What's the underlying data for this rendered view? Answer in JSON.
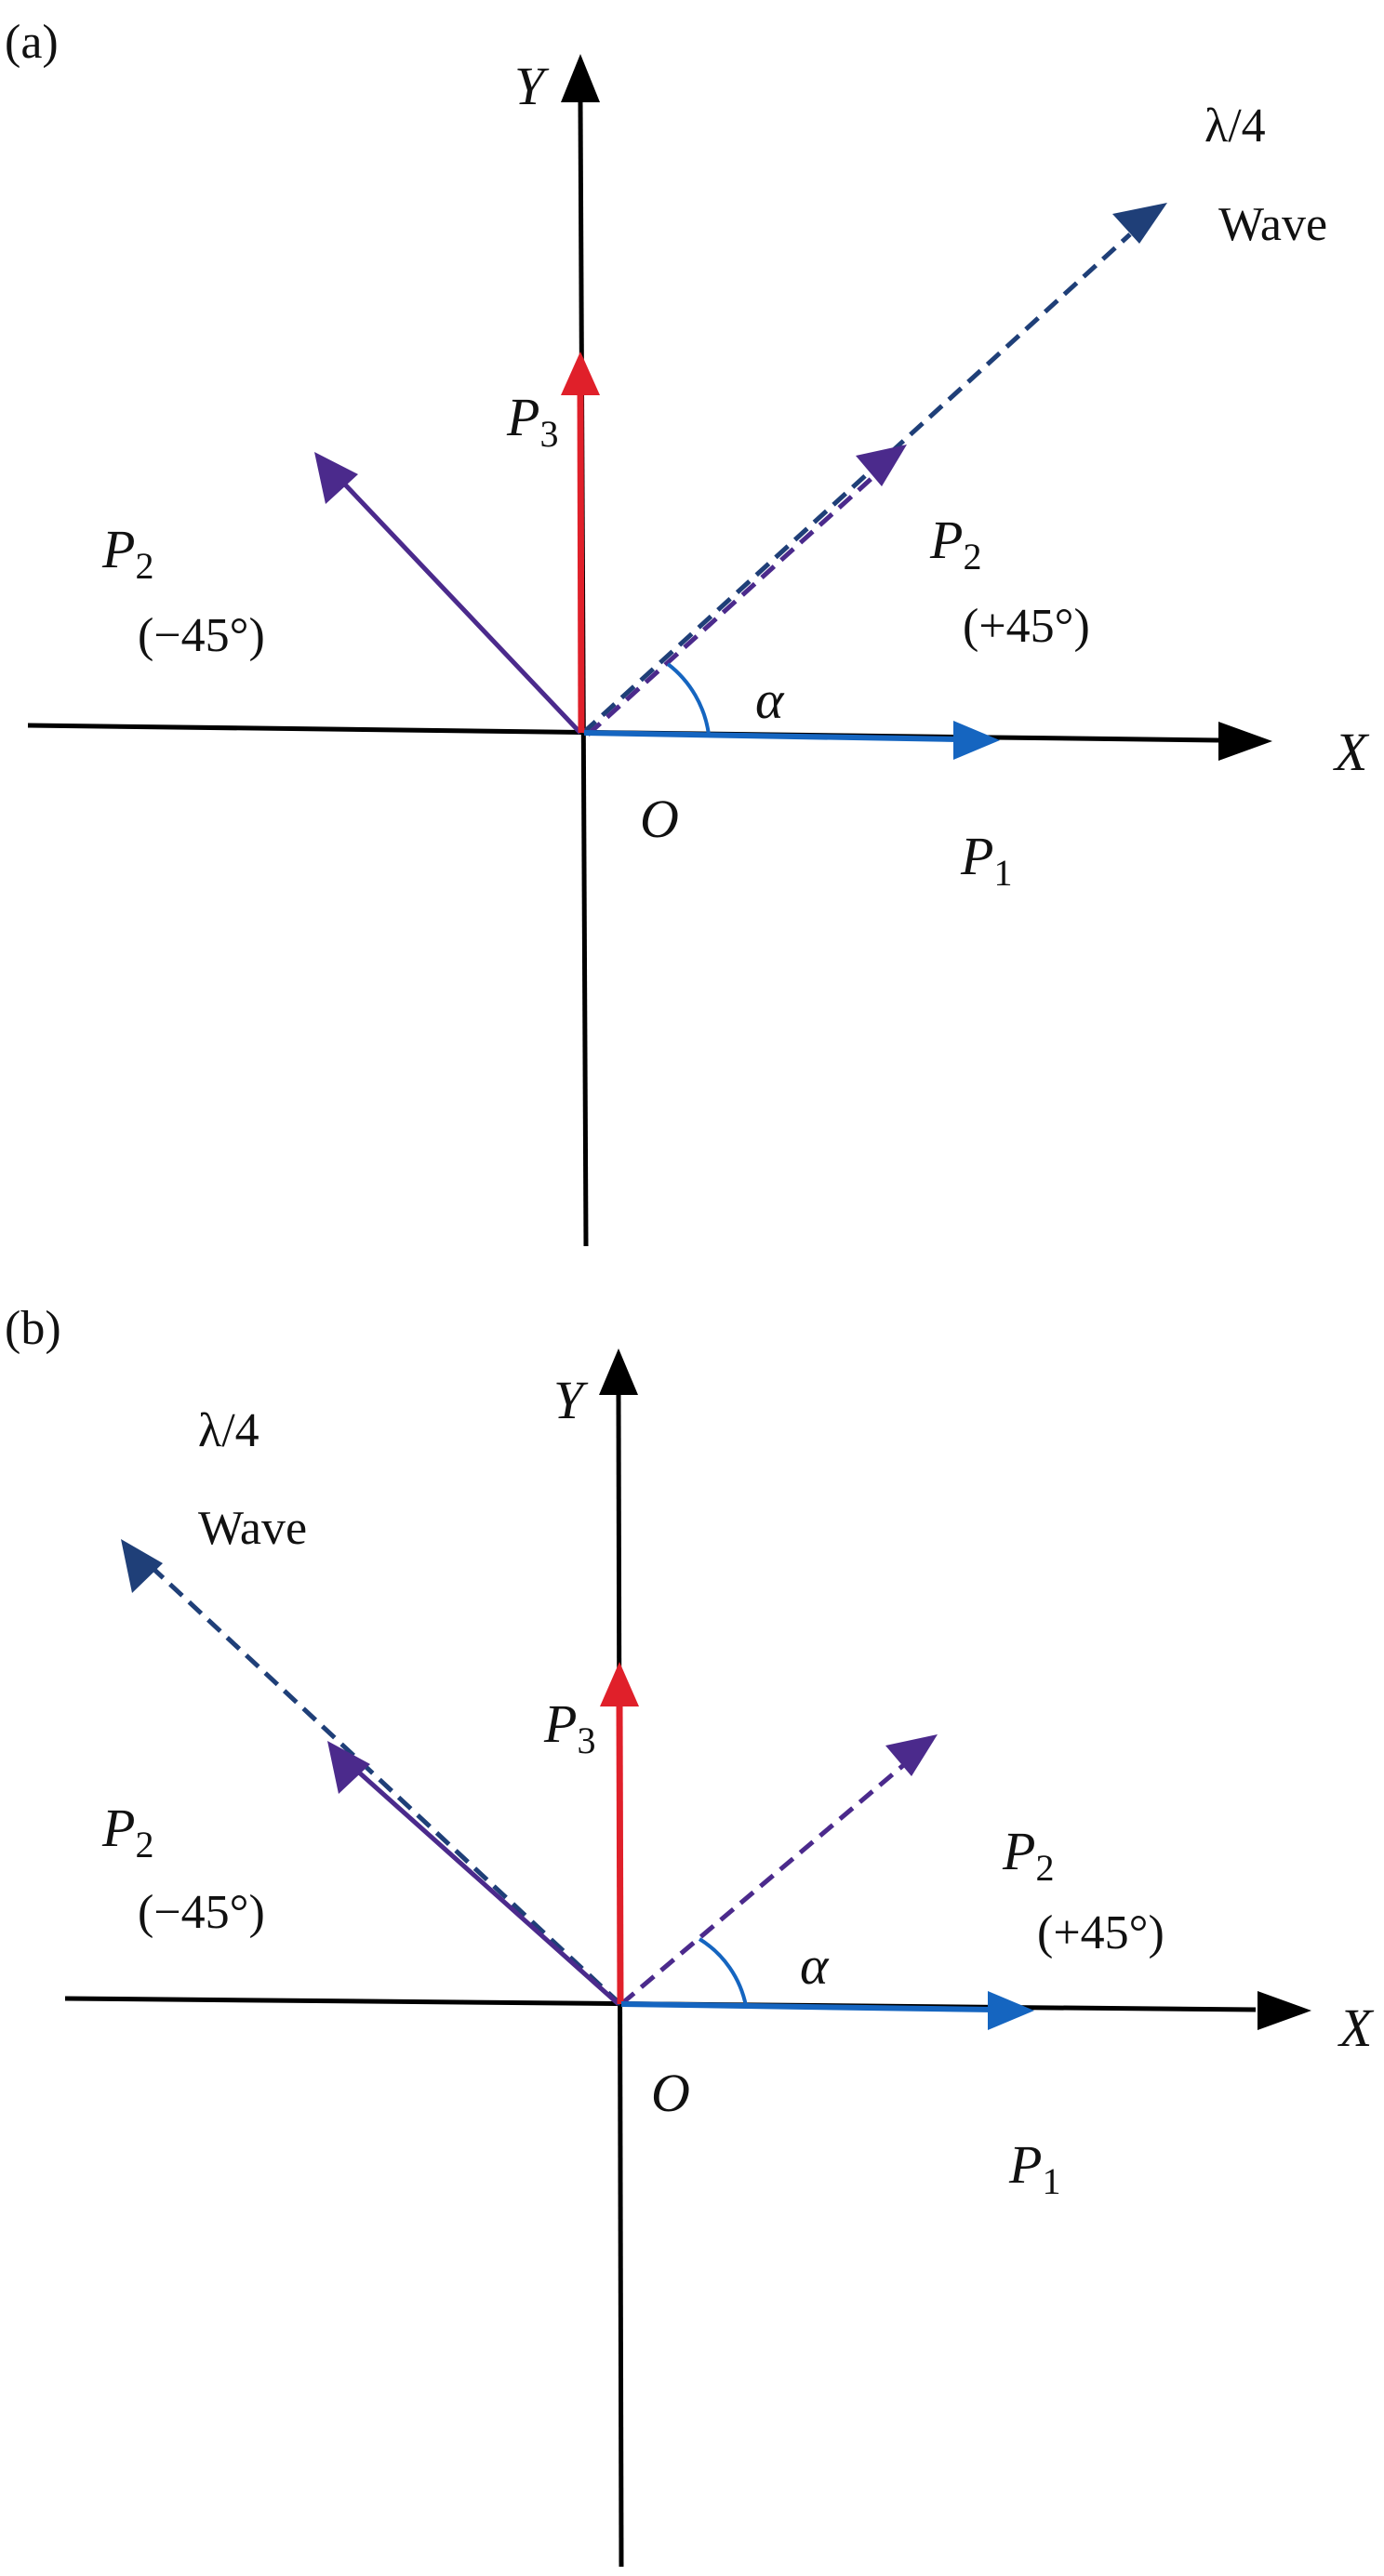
{
  "colors": {
    "axis": "#000000",
    "p1": "#1565c0",
    "p2": "#4b2a8c",
    "p3": "#e0202a",
    "wave": "#1f3f78",
    "angle": "#1565c0"
  },
  "panels": [
    {
      "panel_label": "(a)",
      "axis_x": "X",
      "axis_y": "Y",
      "origin": "O",
      "p1": {
        "main": "P",
        "sub": "1"
      },
      "p3": {
        "main": "P",
        "sub": "3"
      },
      "p2_neg": {
        "main": "P",
        "sub": "2",
        "angle": "(−45°)"
      },
      "p2_pos": {
        "main": "P",
        "sub": "2",
        "angle": "(+45°)"
      },
      "alpha": "α",
      "wave_line1": "λ/4",
      "wave_line2": "Wave",
      "wave_direction_deg": 45
    },
    {
      "panel_label": "(b)",
      "axis_x": "X",
      "axis_y": "Y",
      "origin": "O",
      "p1": {
        "main": "P",
        "sub": "1"
      },
      "p3": {
        "main": "P",
        "sub": "3"
      },
      "p2_neg": {
        "main": "P",
        "sub": "2",
        "angle": "(−45°)"
      },
      "p2_pos": {
        "main": "P",
        "sub": "2",
        "angle": "(+45°)"
      },
      "alpha": "α",
      "wave_line1": "λ/4",
      "wave_line2": "Wave",
      "wave_direction_deg": 135
    }
  ]
}
